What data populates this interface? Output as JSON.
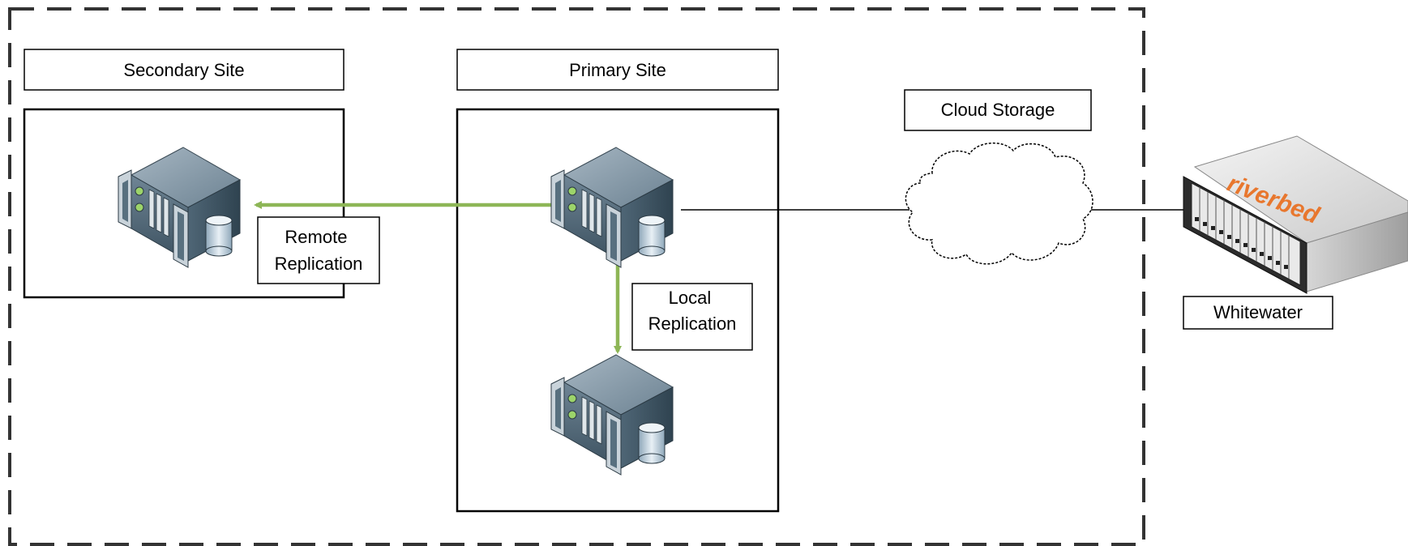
{
  "diagram": {
    "secondary_site_label": "Secondary Site",
    "primary_site_label": "Primary Site",
    "cloud_storage_label": "Cloud Storage",
    "appliance_label": "Whitewater",
    "appliance_brand": "riverbed",
    "remote_replication_label": [
      "Remote",
      "Replication"
    ],
    "local_replication_label": [
      "Local",
      "Replication"
    ],
    "replication_arrow_color": "#8db656",
    "boundary_color": "#333333",
    "icons": [
      "server-icon",
      "cloud-icon",
      "storage-appliance-icon"
    ]
  }
}
